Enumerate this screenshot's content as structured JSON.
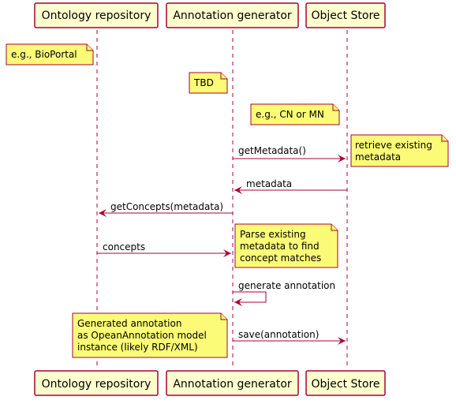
{
  "participants": [
    {
      "id": "ontology",
      "label": "Ontology repository"
    },
    {
      "id": "annotator",
      "label": "Annotation generator"
    },
    {
      "id": "store",
      "label": "Object Store"
    }
  ],
  "messages": [
    {
      "id": "getmetadata",
      "from": "annotator",
      "to": "store",
      "label": "getMetadata()"
    },
    {
      "id": "metadata",
      "from": "store",
      "to": "annotator",
      "label": "metadata"
    },
    {
      "id": "getconcepts",
      "from": "annotator",
      "to": "ontology",
      "label": "getConcepts(metadata)"
    },
    {
      "id": "concepts",
      "from": "ontology",
      "to": "annotator",
      "label": "concepts"
    },
    {
      "id": "generate",
      "from": "annotator",
      "to": "annotator",
      "label": "generate annotation"
    },
    {
      "id": "save",
      "from": "annotator",
      "to": "store",
      "label": "save(annotation)"
    }
  ],
  "notes": [
    {
      "id": "bioportal",
      "lines": [
        "e.g., BioPortal"
      ]
    },
    {
      "id": "tbd",
      "lines": [
        "TBD"
      ]
    },
    {
      "id": "cn-mn",
      "lines": [
        "e.g., CN or MN"
      ]
    },
    {
      "id": "retrieve",
      "lines": [
        "retrieve existing",
        "metadata"
      ]
    },
    {
      "id": "parse",
      "lines": [
        "Parse existing",
        "metadata to find",
        "concept matches"
      ]
    },
    {
      "id": "generated",
      "lines": [
        "Generated annotation",
        "as OpeanAnnotation model",
        "instance (likely RDF/XML)"
      ]
    }
  ],
  "colors": {
    "participant_fill": "#FEFECE",
    "participant_border": "#A80036",
    "note_fill": "#FBFB77",
    "note_border": "#A80036",
    "arrow": "#A80036",
    "lifeline": "#A80036"
  }
}
